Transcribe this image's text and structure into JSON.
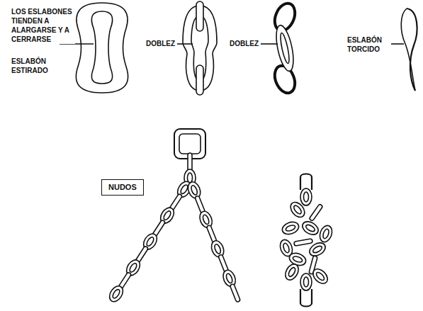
{
  "diagram": {
    "nodes": [
      {
        "text": [
          "NUDOS"
        ]
      }
    ],
    "labels": [
      "LOS ESLABONES TIENDEN A ALARGARSE Y A CERRARSE",
      "ESLABÓN ESTIRADO",
      "DOBLEZ",
      "DOBLEZ",
      "ESLABÓN TORCIDO"
    ]
  }
}
